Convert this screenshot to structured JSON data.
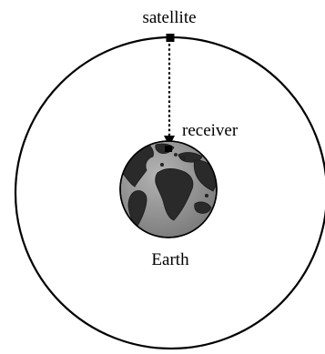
{
  "labels": {
    "satellite": "satellite",
    "receiver": "receiver",
    "earth": "Earth"
  },
  "colors": {
    "orbit": "#000000",
    "signal": "#000000",
    "ocean": "#8c8c8c",
    "land": "#2a2a2a",
    "text": "#000000"
  }
}
